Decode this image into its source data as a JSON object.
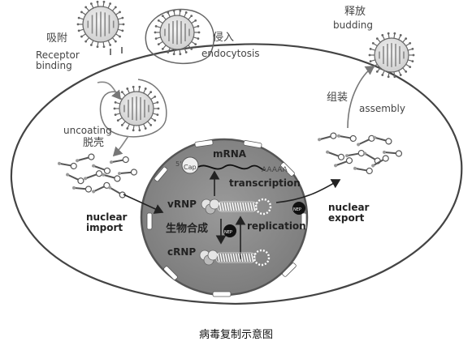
{
  "diagram": {
    "labels": {
      "adsorption_zh": "吸附",
      "receptor_binding_en": "Receptor\nbinding",
      "invasion_zh": "侵入",
      "endocytosis_en": "endocytosis",
      "release_zh": "释放",
      "budding_en": "budding",
      "assembly_zh": "组装",
      "assembly_en": "assembly",
      "uncoating_en": "uncoating",
      "uncoating_zh": "脱壳",
      "nuclear_import_en": "nuclear\nimport",
      "nuclear_export_en": "nuclear\nexport",
      "mrna": "mRNA",
      "five_prime": "5'",
      "cap": "Cap",
      "poly_a": "AAAAA",
      "transcription": "transcription",
      "vrnp": "vRNP",
      "crnp": "cRNP",
      "biosynthesis_zh": "生物合成",
      "replication": "replication",
      "nep": "NEP"
    },
    "caption": "病毒复制示意图"
  }
}
